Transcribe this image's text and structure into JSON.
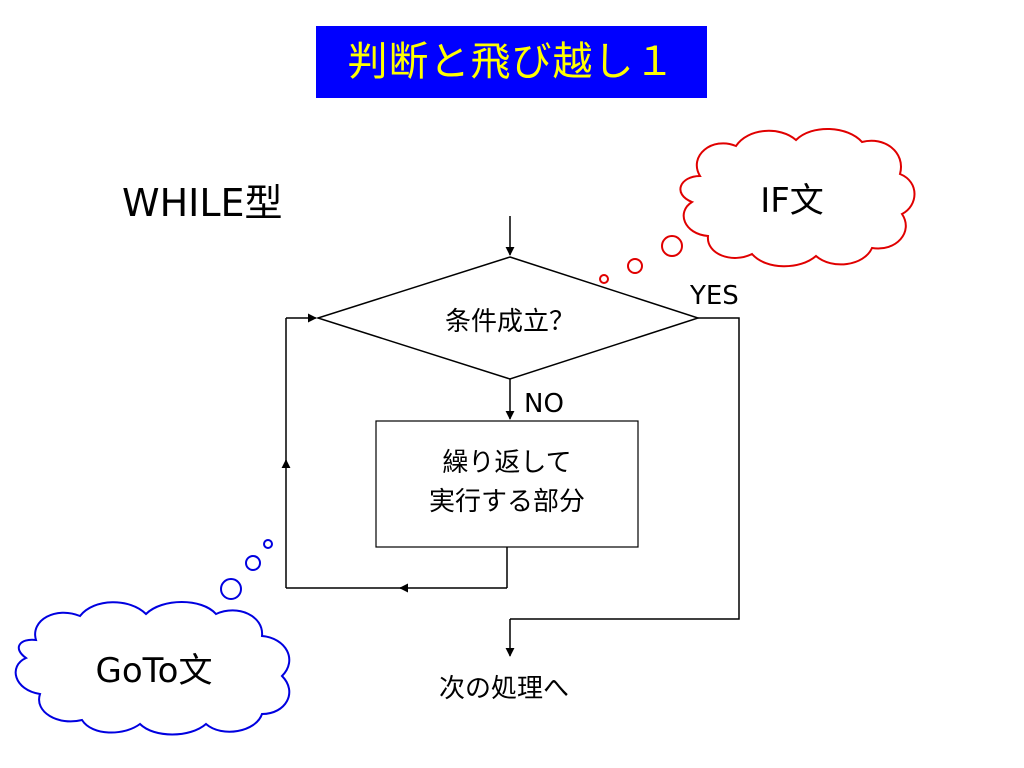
{
  "title": "判断と飛び越し１",
  "colors": {
    "title_bg": "#0000ff",
    "title_text": "#ffff00",
    "if_cloud": "#e00000",
    "goto_cloud": "#0000e0",
    "lines": "#000000"
  },
  "diagram": {
    "heading": "WHILE型",
    "decision": "条件成立？",
    "yes_label": "YES",
    "no_label": "NO",
    "process_line1": "繰り返して",
    "process_line2": "実行する部分",
    "next_step": "次の処理へ",
    "if_cloud_text": "IF文",
    "goto_cloud_text": "GoTo文"
  }
}
